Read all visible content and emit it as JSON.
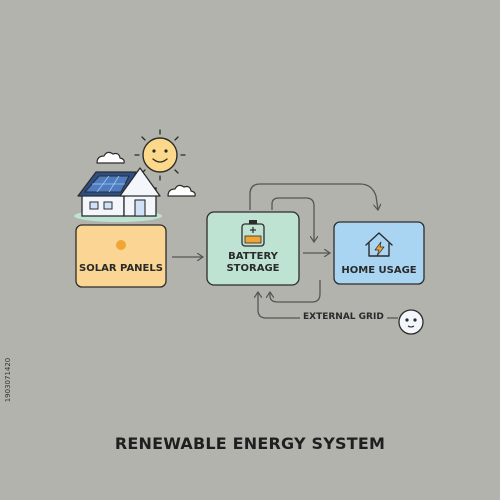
{
  "title": "RENEWABLE ENERGY SYSTEM",
  "nodes": {
    "solar_panels": "SOLAR PANELS",
    "battery_storage_line1": "BATTERY",
    "battery_storage_line2": "STORAGE",
    "home_usage": "HOME USAGE",
    "external_grid": "EXTERNAL GRID"
  },
  "stock_id": "1903071420",
  "icons": [
    "sun-icon",
    "cloud-icon",
    "house-icon",
    "solar-panel-icon",
    "battery-icon",
    "home-lightning-icon",
    "power-outlet-icon"
  ],
  "colors": {
    "background": "#b3b3ae",
    "solar_box": "#fbd593",
    "battery_box": "#bfe3d3",
    "home_box": "#a9d5f3",
    "sun": "#fcd88a",
    "outline": "#2c2c2c",
    "arrow": "#555555"
  }
}
